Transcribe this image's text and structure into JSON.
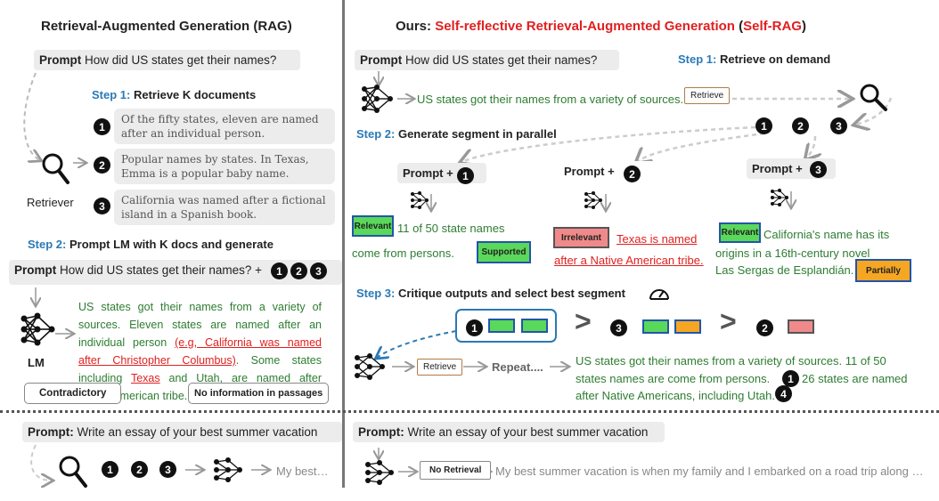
{
  "left": {
    "title": "Retrieval-Augmented Generation (RAG)",
    "prompt_label": "Prompt",
    "prompt_text": "How did US states get their names?",
    "step1_num": "Step 1:",
    "step1_text": "Retrieve K documents",
    "docs": [
      "Of the fifty states, eleven are named after an individual person.",
      "Popular names by states. In Texas, Emma is a popular baby name.",
      "California was named after a fictional island in a Spanish book."
    ],
    "retriever_label": "Retriever",
    "step2_num": "Step 2:",
    "step2_text": "Prompt LM with K docs and generate",
    "prompt2_text": "How did US states get their names? +",
    "lm_label": "LM",
    "output_part1": "US states got their names from a variety of sources. Eleven states are named after an individual person ",
    "output_red1": "(e.g, California was named after Christopher Columbus)",
    "output_part2": ". Some states including ",
    "output_red2": "Texas",
    "output_part3": " and Utah, are named after Native American tribe.",
    "contradictory": "Contradictory",
    "no_info": "No information in passages"
  },
  "right": {
    "title_ours": "Ours:",
    "title_main": "Self-reflective Retrieval-Augmented Generation",
    "title_abbr": "Self-RAG",
    "prompt_label": "Prompt",
    "prompt_text": "How did US states get their names?",
    "step1_num": "Step 1:",
    "step1_text": "Retrieve on demand",
    "first_output": "US states got their names from a variety of sources.",
    "retrieve_tag": "Retrieve",
    "step2_num": "Step 2:",
    "step2_text": "Generate segment in parallel",
    "prompt_plus": "Prompt +",
    "seg1_badge": "Relevant",
    "seg1_text_a": "11 of 50 state names",
    "seg1_text_b": "come from persons.",
    "seg1_support": "Supported",
    "seg2_badge": "Irrelevant",
    "seg2_text_a": "Texas is named",
    "seg2_text_b": "after a Native American tribe.",
    "seg3_badge": "Relevant",
    "seg3_text_a": "California's name has its",
    "seg3_text_b": "origins in a 16th-century novel",
    "seg3_text_c": "Las Sergas de Esplandián.",
    "seg3_support": "Partially",
    "step3_num": "Step 3:",
    "step3_text": "Critique outputs and select best segment",
    "retrieve_tag2": "Retrieve",
    "repeat": "Repeat....",
    "final_a": "US states got their names from a variety of sources. 11 of 50",
    "final_b1": "states names are come from persons.",
    "final_b2": "26 states are named",
    "final_c": "after Native Americans, including Utah.",
    "gt": ">"
  },
  "bottom": {
    "left_prompt_label": "Prompt:",
    "left_prompt_text": "Write an essay of your best summer vacation",
    "left_output": "My best…",
    "right_prompt_label": "Prompt:",
    "right_prompt_text": "Write an essay of your best summer vacation",
    "no_retrieval": "No Retrieval",
    "right_output": "My best summer vacation is when my family and I embarked on a road trip along …"
  },
  "numbers": [
    "1",
    "2",
    "3",
    "4"
  ],
  "colors": {
    "step_blue": "#2a7ab5",
    "title_red": "#e02020",
    "text_green": "#2e7d32",
    "relevant_fill": "#5ad85a",
    "relevant_border": "#2255aa",
    "irrelevant_fill": "#f08a8a",
    "partially_fill": "#f5a623",
    "retrieve_border": "#b07a4a"
  }
}
